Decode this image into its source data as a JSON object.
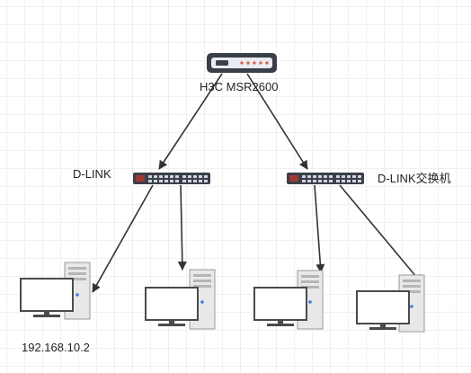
{
  "router": {
    "label": "H3C MSR2600"
  },
  "switch_left": {
    "label": "D-LINK"
  },
  "switch_right": {
    "label": "D-LINK交换机"
  },
  "pc1": {
    "ip_label": "192.168.10.2"
  },
  "colors": {
    "device_dark": "#3a3f4a",
    "router_led": "#e05a3a",
    "switch_port": "#d0d4dc",
    "monitor_frame": "#4a4a4a",
    "tower_body": "#e8e8e8",
    "arrow": "#333333"
  }
}
